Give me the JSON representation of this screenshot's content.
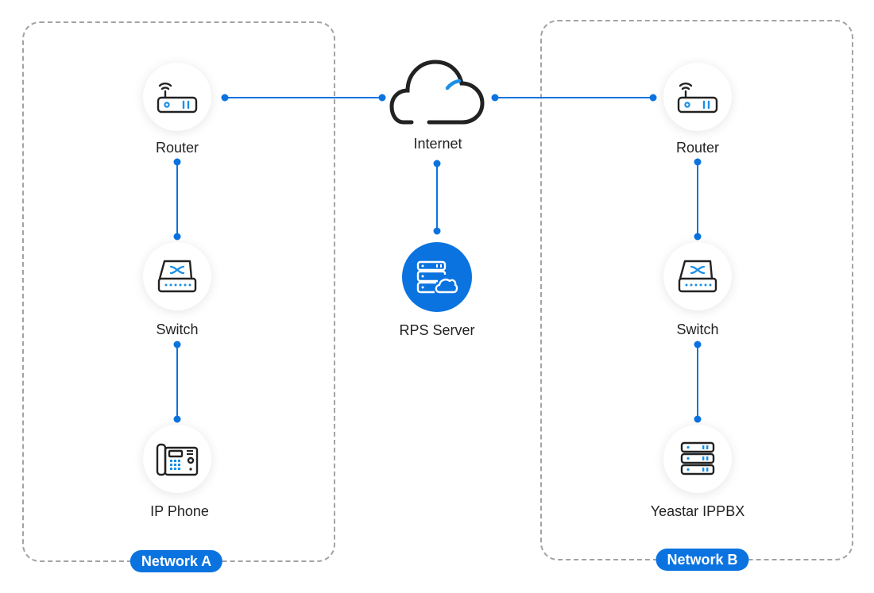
{
  "colors": {
    "accent": "#0a73e0",
    "icon_stroke": "#222222",
    "icon_accent": "#1a8fe6",
    "box_border": "#a3a3a3"
  },
  "networks": [
    {
      "id": "a",
      "label": "Network A"
    },
    {
      "id": "b",
      "label": "Network B"
    }
  ],
  "nodes": {
    "router_a": {
      "label": "Router",
      "icon": "router-icon"
    },
    "switch_a": {
      "label": "Switch",
      "icon": "switch-icon"
    },
    "phone_a": {
      "label": "IP Phone",
      "icon": "ip-phone-icon"
    },
    "internet": {
      "label": "Internet",
      "icon": "cloud-icon"
    },
    "rps": {
      "label": "RPS Server",
      "icon": "server-cloud-icon"
    },
    "router_b": {
      "label": "Router",
      "icon": "router-icon"
    },
    "switch_b": {
      "label": "Switch",
      "icon": "switch-icon"
    },
    "ippbx_b": {
      "label": "Yeastar IPPBX",
      "icon": "server-rack-icon"
    }
  },
  "connections": [
    [
      "router_a",
      "internet"
    ],
    [
      "internet",
      "router_b"
    ],
    [
      "internet",
      "rps"
    ],
    [
      "router_a",
      "switch_a"
    ],
    [
      "switch_a",
      "phone_a"
    ],
    [
      "router_b",
      "switch_b"
    ],
    [
      "switch_b",
      "ippbx_b"
    ]
  ]
}
